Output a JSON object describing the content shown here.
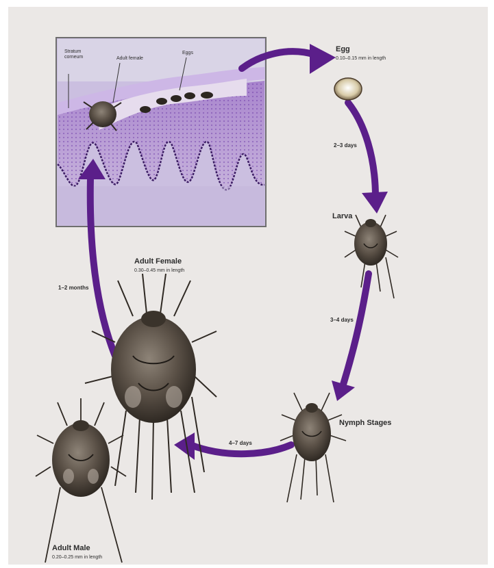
{
  "skin_panel": {
    "labels": {
      "stratum_corneum": "Stratum corneum",
      "adult_female": "Adult female",
      "eggs": "Eggs"
    }
  },
  "stages": {
    "egg": {
      "title": "Egg",
      "size": "0.10–0.15 mm in length"
    },
    "larva": {
      "title": "Larva"
    },
    "nymph": {
      "title": "Nymph Stages"
    },
    "adult_female": {
      "title": "Adult Female",
      "size": "0.30–0.45 mm in length"
    },
    "adult_male": {
      "title": "Adult Male",
      "size": "0.20–0.25 mm in length"
    }
  },
  "durations": {
    "egg_to_larva": "2–3 days",
    "larva_to_nymph": "3–4 days",
    "nymph_to_adult": "4–7 days",
    "adult_to_skin": "1–2 months"
  },
  "colors": {
    "background": "#ebe8e6",
    "arrow": "#5b1f8a",
    "skin_light": "#b59bd3",
    "skin_dark": "#8a55c0",
    "mite_body": "#4d443a"
  }
}
